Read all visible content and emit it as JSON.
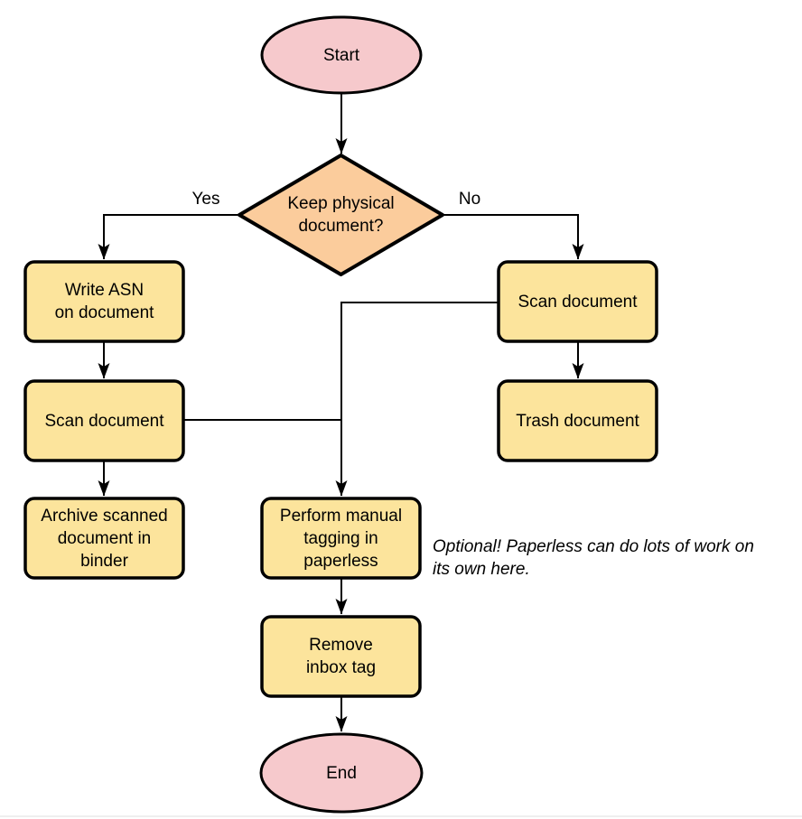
{
  "diagram": {
    "type": "flowchart",
    "topic": "Paperless document intake workflow"
  },
  "colors": {
    "terminator_fill": "#F6C9CC",
    "decision_fill": "#FBCC9C",
    "process_fill": "#FCE49C",
    "stroke": "#000000",
    "connector": "#000000"
  },
  "nodes": {
    "start": {
      "label": "Start",
      "shape": "ellipse"
    },
    "decision": {
      "label": "Keep physical\ndocument?",
      "shape": "diamond"
    },
    "write_asn": {
      "label": "Write ASN\non document",
      "shape": "rect"
    },
    "scan_left": {
      "label": "Scan document",
      "shape": "rect"
    },
    "archive": {
      "label": "Archive scanned\ndocument in\nbinder",
      "shape": "rect"
    },
    "scan_right": {
      "label": "Scan document",
      "shape": "rect"
    },
    "trash": {
      "label": "Trash document",
      "shape": "rect"
    },
    "tagging": {
      "label": "Perform manual\ntagging in\npaperless",
      "shape": "rect"
    },
    "remove_inbox": {
      "label": "Remove\ninbox tag",
      "shape": "rect"
    },
    "end": {
      "label": "End",
      "shape": "ellipse"
    }
  },
  "edge_labels": {
    "yes": "Yes",
    "no": "No"
  },
  "annotation": "Optional! Paperless can do lots of work on\nits own here."
}
